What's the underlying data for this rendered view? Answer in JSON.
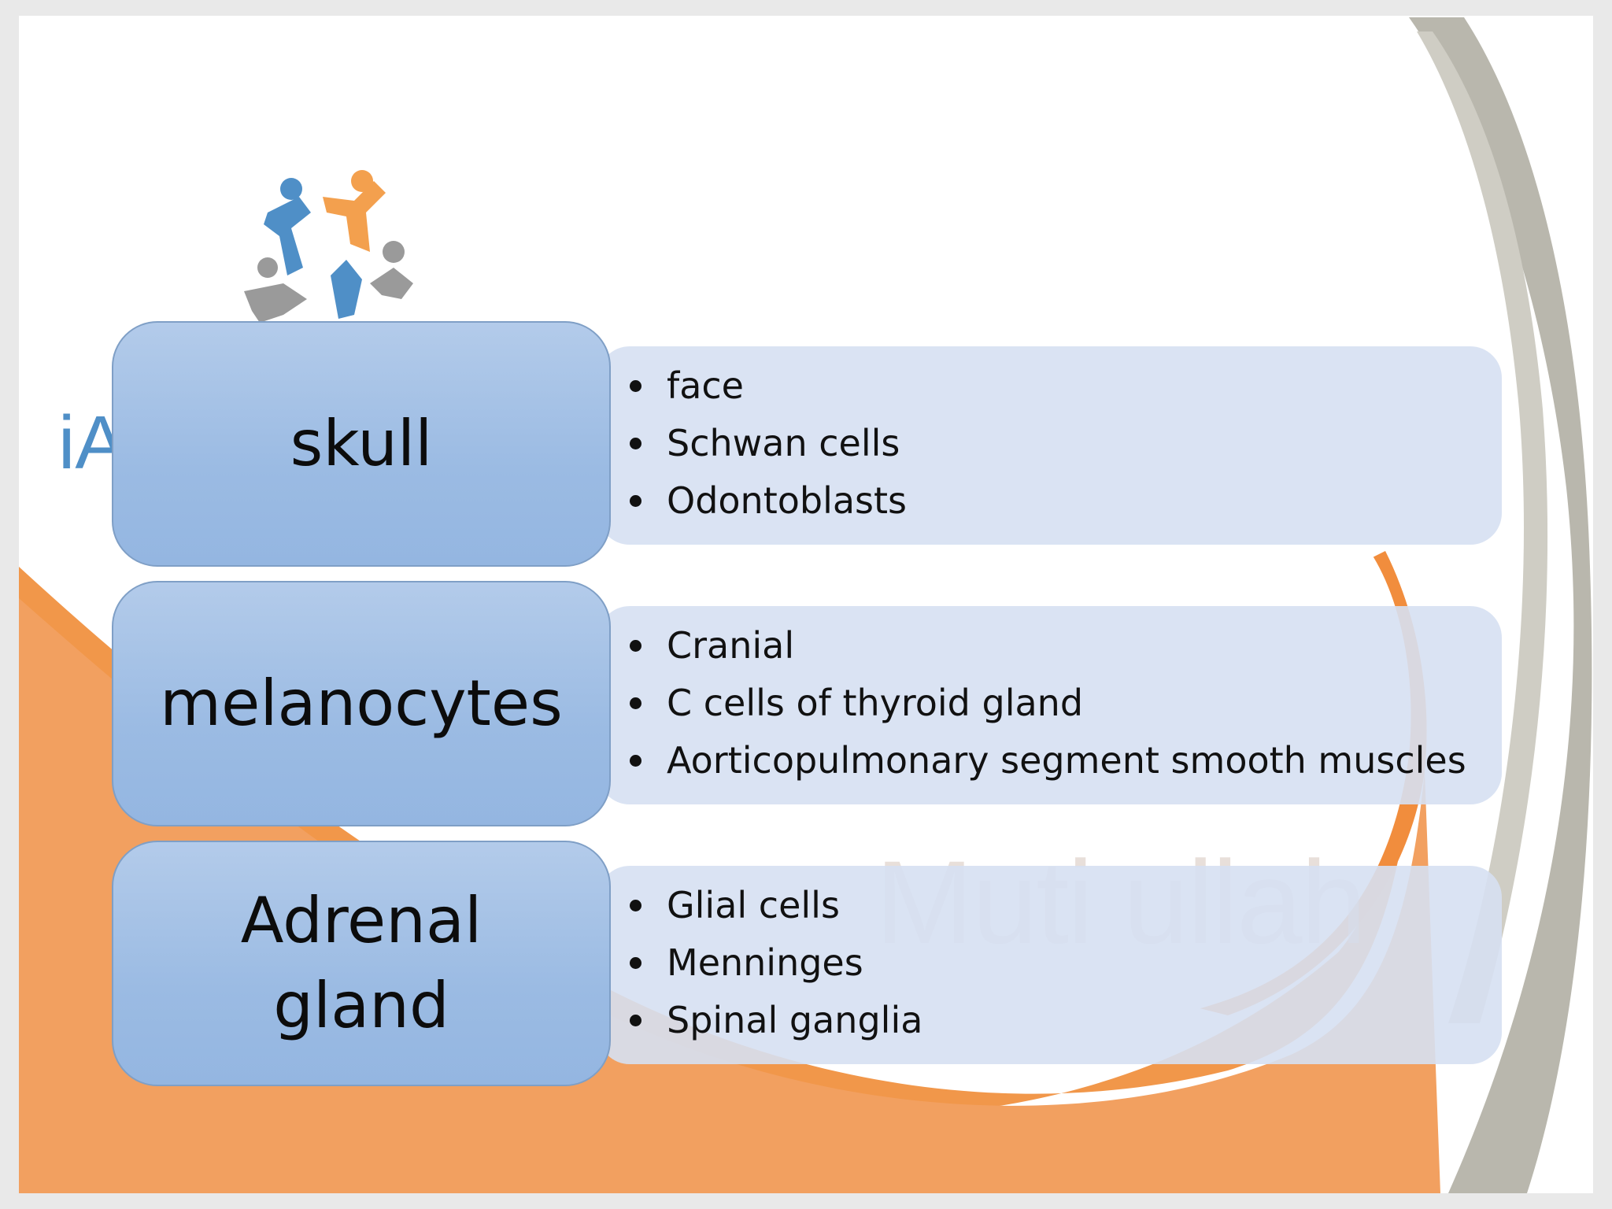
{
  "background": {
    "watermark": "Muti ullah",
    "logo_text_fragment": "iA",
    "colors": {
      "frame": "#e9e9e9",
      "slide": "#ffffff",
      "orange": "#f1974a",
      "gray_swoosh": "#b8b6ac",
      "logo_blue": "#4f8fc7",
      "logo_orange": "#f3a04e",
      "logo_gray": "#9a9a9a"
    }
  },
  "rows": [
    {
      "label": "skull",
      "items": [
        "face",
        "Schwan cells",
        "Odontoblasts"
      ]
    },
    {
      "label": "melanocytes",
      "items": [
        "Cranial",
        "C cells of thyroid gland",
        "Aorticopulmonary segment smooth muscles"
      ]
    },
    {
      "label": "Adrenal gland",
      "items": [
        "Glial cells",
        "Menninges",
        "Spinal ganglia"
      ]
    }
  ],
  "colors": {
    "label_box_top": "#b3cbea",
    "label_box_bottom": "#94b6e1",
    "detail_box": "#d6e0f2",
    "text": "#111111"
  }
}
